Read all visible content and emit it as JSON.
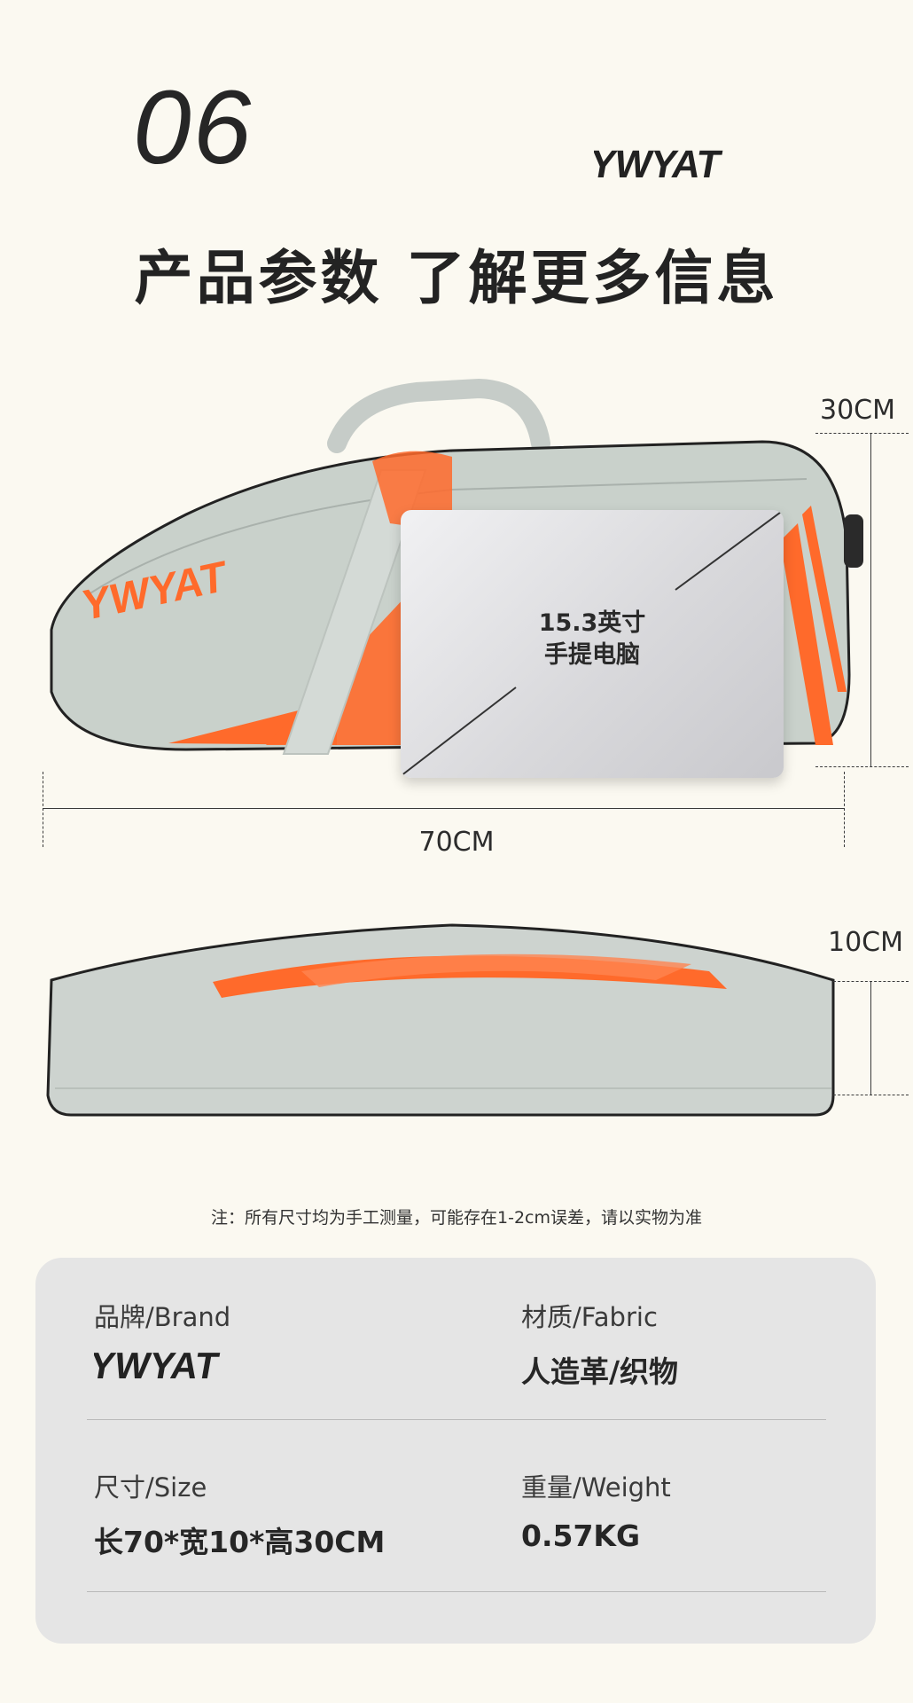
{
  "header": {
    "section_number": "06",
    "brand": "YWYAT",
    "title": "产品参数 了解更多信息"
  },
  "dimensions": {
    "height": "30CM",
    "length": "70CM",
    "depth": "10CM"
  },
  "laptop": {
    "line1": "15.3英寸",
    "line2": "手提电脑"
  },
  "note": "注：所有尺寸均为手工测量，可能存在1-2cm误差，请以实物为准",
  "specs": {
    "brand_label": "品牌/Brand",
    "brand_value": "YWYAT",
    "fabric_label": "材质/Fabric",
    "fabric_value": "人造革/织物",
    "size_label": "尺寸/Size",
    "size_value": "长70*宽10*高30CM",
    "weight_label": "重量/Weight",
    "weight_value": "0.57KG"
  },
  "colors": {
    "background": "#fbf9f1",
    "bag_gray": "#c9d1cb",
    "accent_orange": "#ff6a2b",
    "card": "#e5e5e5"
  }
}
